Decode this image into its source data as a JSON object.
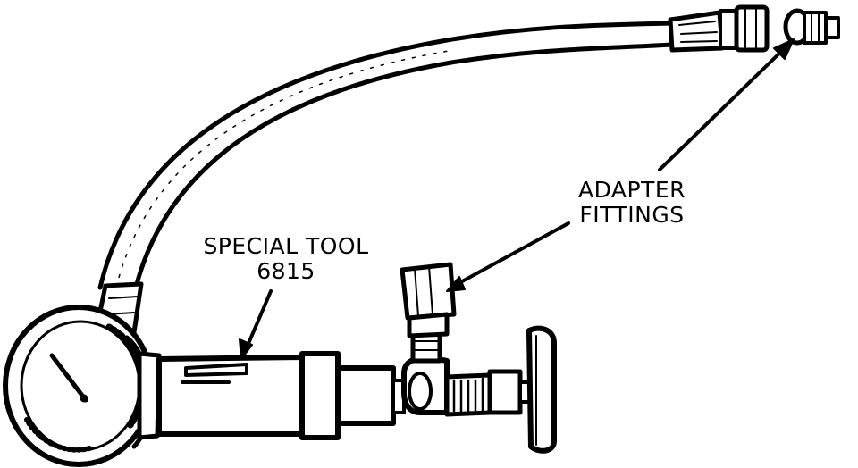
{
  "callouts": {
    "special_tool": {
      "line1": "SPECIAL TOOL",
      "line2": "6815"
    },
    "adapter_fittings": {
      "line1": "ADAPTER",
      "line2": "FITTINGS"
    }
  }
}
